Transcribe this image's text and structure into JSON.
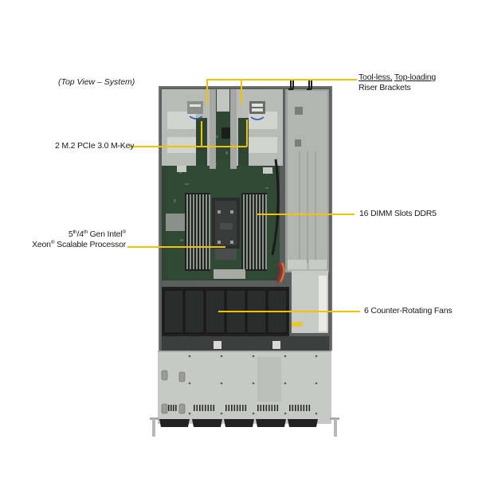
{
  "caption": "(Top View – System)",
  "accent_color": "#f2c300",
  "callouts": {
    "riser": {
      "line1a": "Tool-less,",
      "line1b": "Top-loading",
      "line2": "Riser Brackets"
    },
    "m2": {
      "text": "2 M.2 PCIe 3.0 M-Key"
    },
    "cpu": {
      "gen_a": "5",
      "gen_a_sup": "th",
      "sep": "/4",
      "gen_b_sup": "th",
      "gen_rest": " Gen Intel",
      "reg1": "®",
      "line2a": "Xeon",
      "reg2": "®",
      "line2b": " Scalable Processor"
    },
    "dimm": {
      "text": "16 DIMM Slots DDR5"
    },
    "fans": {
      "text": "6 Counter-Rotating  Fans"
    }
  },
  "server": {
    "fan_count": 6,
    "dimm_banks": 2,
    "front_vent_groups": 5
  }
}
